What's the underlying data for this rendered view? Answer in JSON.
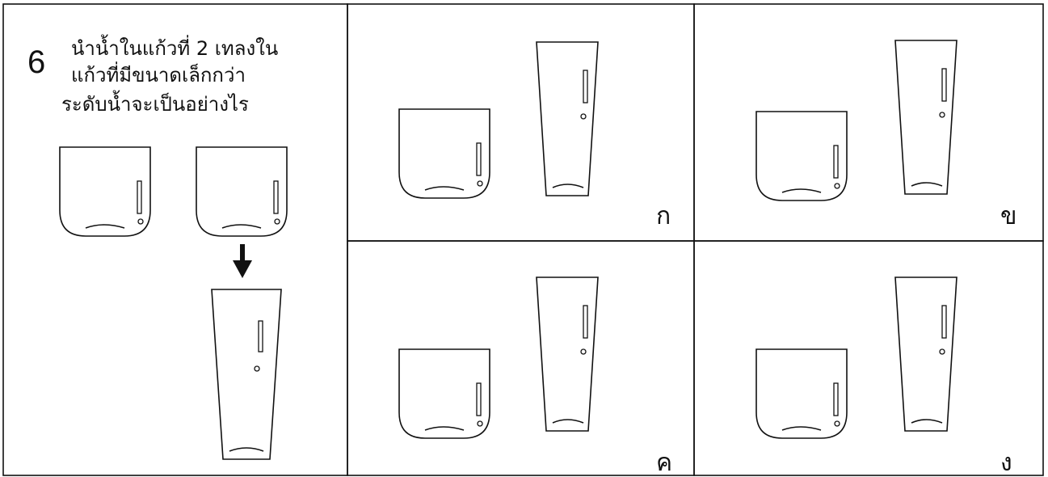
{
  "question": {
    "number": "6",
    "lines": [
      "นำน้ำในแก้วที่ 2 เทลงใน",
      "แก้วที่มีขนาดเล็กกว่า",
      "ระดับน้ำจะเป็นอย่างไร"
    ]
  },
  "choices": [
    {
      "id": "a",
      "label": "ก"
    },
    {
      "id": "b",
      "label": "ข"
    },
    {
      "id": "c",
      "label": "ค"
    },
    {
      "id": "d",
      "label": "ง"
    }
  ],
  "colors": {
    "line": "#111111",
    "background": "#ffffff",
    "arrow": "#111111"
  }
}
